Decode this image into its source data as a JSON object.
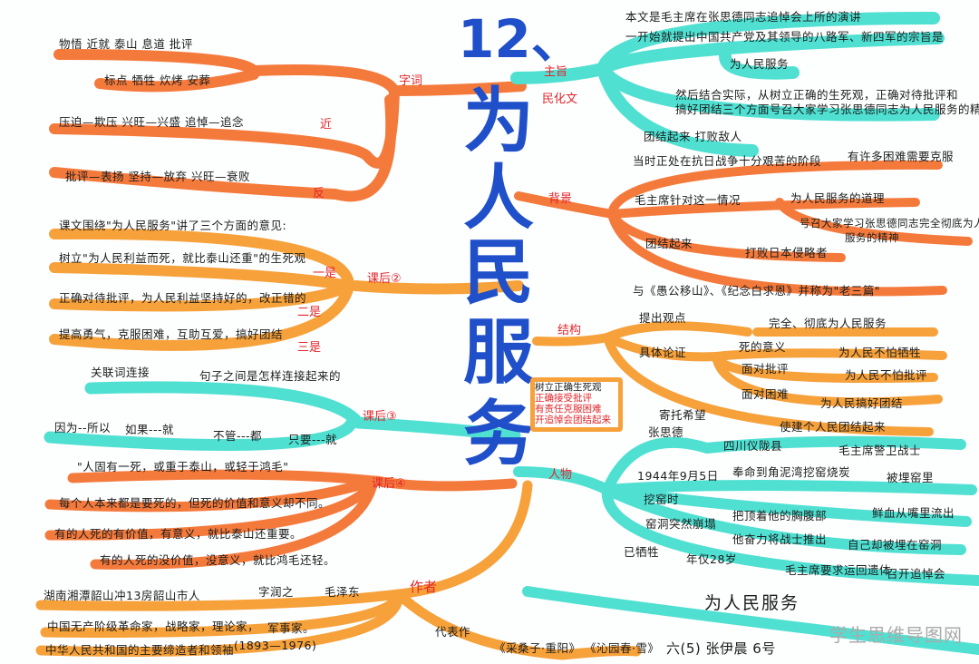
{
  "title": {
    "number": "12、",
    "chars": [
      "为",
      "人",
      "民",
      "服",
      "务"
    ]
  },
  "colors": {
    "orange": "#f47a3c",
    "light_orange": "#f6a13a",
    "cyan": "#4fe0d2",
    "label_red": "#e3262b",
    "title_blue": "#1f4fc9"
  },
  "left": {
    "ziyu": {
      "label": "字词",
      "words1": "物悟  近就  泰山  息道  批评",
      "words2": "标点  牺牲  炊烤  安葬",
      "jin_label": "近",
      "jin": "压迫—欺压    兴旺—兴盛    追悼—追念",
      "fan_label": "反",
      "fan": "批评—表扬    坚持—放弃    兴旺—衰败"
    },
    "kehou2": {
      "label": "课后②",
      "intro": "课文围绕\"为人民服务\"讲了三个方面的意见:",
      "items": [
        {
          "tag": "一是",
          "text": "树立\"为人民利益而死，就比泰山还重\"的生死观"
        },
        {
          "tag": "二是",
          "text": "正确对待批评，为人民利益坚持好的，改正错的"
        },
        {
          "tag": "三是",
          "text": "提高勇气，克服困难，互助互爱，搞好团结"
        }
      ]
    },
    "kehou3": {
      "label": "课后③",
      "a": "关联词连接",
      "b": "句子之间是怎样连接起来的",
      "pairs": [
        "因为--所以",
        "如果---就",
        "不管---都",
        "只要---就"
      ]
    },
    "kehou4": {
      "label": "课后④",
      "quote": "\"人固有一死，或重于泰山，或轻于鸿毛\"",
      "lines": [
        "每个人本来都是要死的，但死的价值和意义却不同。",
        "有的人死的有价值，有意义，就比泰山还重要。",
        "有的人死的没价值，没意义，就比鸿毛还轻。"
      ]
    },
    "author": {
      "label": "作者",
      "home": "湖南湘潭韶山冲13房韶山市人",
      "zi": "字润之",
      "name": "毛泽东",
      "roles": "中国无产阶级革命家，战略家，理论家，",
      "roles2": "军事家。",
      "leader": "中华人民共和国的主要缔造者和领袖",
      "years": "(1893—1976)",
      "works_label": "代表作",
      "works": "《采桑子·重阳》  《沁园春·雪》"
    },
    "signature": "六(5)  张伊晨  6号"
  },
  "right": {
    "zhuzhi": {
      "label": "主旨",
      "label2": "民化文",
      "l1": "本文是毛主席在张思德同志追悼会上所的演讲",
      "l2": "一开始就提出中国共产党及其领导的八路军、新四军的宗旨是",
      "l3": "为人民服务",
      "l4": "然后结合实际，从树立正确的生死观，正确对待批评和",
      "l5": "搞好团结三个方面号召大家学习张思德同志为人民服务的精神",
      "l6": "团结起来  打败敌人"
    },
    "beijing": {
      "label": "背景",
      "l1": "当时正处在抗日战争十分艰苦的阶段",
      "l1b": "有许多困难需要克服",
      "l2": "毛主席针对这一情况",
      "l2b": "为人民服务的道理",
      "l3": "号召大家学习张思德同志完全彻底为人民",
      "l3b": "服务的精神",
      "l4": "团结起来",
      "l4b": "打败日本侵略者",
      "l5": "与《愚公移山》、《纪念白求恩》并称为\"老三篇\""
    },
    "jiegou": {
      "label": "结构",
      "a": "提出观点",
      "a1": "完全、彻底为人民服务",
      "b": "具体论证",
      "b1": "死的意义",
      "b1r": "为人民不怕牺牲",
      "b2": "面对批评",
      "b2r": "为人民不怕批评",
      "b3": "面对困难",
      "b3r": "为人民搞好团结",
      "c": "寄托希望",
      "c1": "使建个人民团结起来",
      "box": [
        "树立正确生死观",
        "正确接受批评",
        "有责任克服困难",
        "开追悼会团结起来"
      ]
    },
    "renwu": {
      "label": "人物",
      "name": "张思德",
      "home": "四川仪陇县",
      "role": "毛主席警卫战士",
      "date": "1944年9月5日",
      "d1": "奉命到角泥湾挖窑烧炭",
      "d1r": "被埋窑里",
      "d2": "挖窑时",
      "d2m": "把顶着他的胸腹部",
      "d2r": "鲜血从嘴里流出",
      "d3": "窑洞突然崩塌",
      "d3m": "他奋力将战士推出",
      "d3r": "自己却被埋在窑洞",
      "d4": "已牺牲",
      "d4m": "年仅28岁",
      "d4r": "毛主席要求运回遗体",
      "d4rr": "召开追悼会"
    },
    "footer_big": "为人民服务"
  },
  "watermark": "学生思维导图网"
}
